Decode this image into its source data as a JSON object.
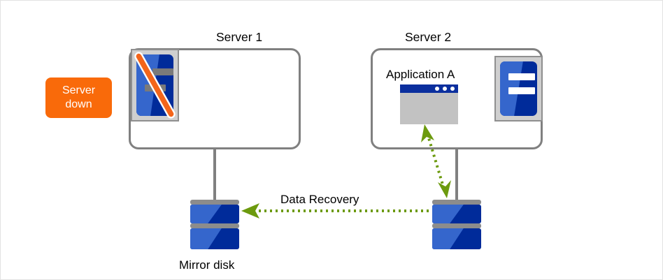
{
  "diagram": {
    "title_server1": "Server 1",
    "title_server2": "Server 2",
    "badge_line1": "Server",
    "badge_line2": "down",
    "application_label": "Application A",
    "mirror_disk_label": "Mirror disk",
    "data_recovery_label": "Data Recovery",
    "icons": {
      "server_down_icon": "server-down-icon",
      "server_active_icon": "server-active-icon",
      "app_window_icon": "application-window-icon",
      "disk_left_icon": "mirror-disk-left-icon",
      "disk_right_icon": "mirror-disk-right-icon",
      "recovery_arrow_icon": "data-recovery-arrow-icon",
      "sync_arrow_icon": "application-disk-sync-arrow-icon"
    },
    "colors": {
      "badge_background": "#f96a0a",
      "badge_text": "#ffffff",
      "box_border": "#808080",
      "server_blue_dark": "#002b9a",
      "server_blue_light": "#3566cc",
      "icon_frame": "#cfcfcf",
      "slash_orange": "#f4651a",
      "arrow_green": "#6c9a0e",
      "app_window_body": "#c2c2c2",
      "app_window_titlebar": "#0b2f9e",
      "disk_band": "#8c8c8c",
      "canvas_border": "#e2e2e2"
    }
  }
}
